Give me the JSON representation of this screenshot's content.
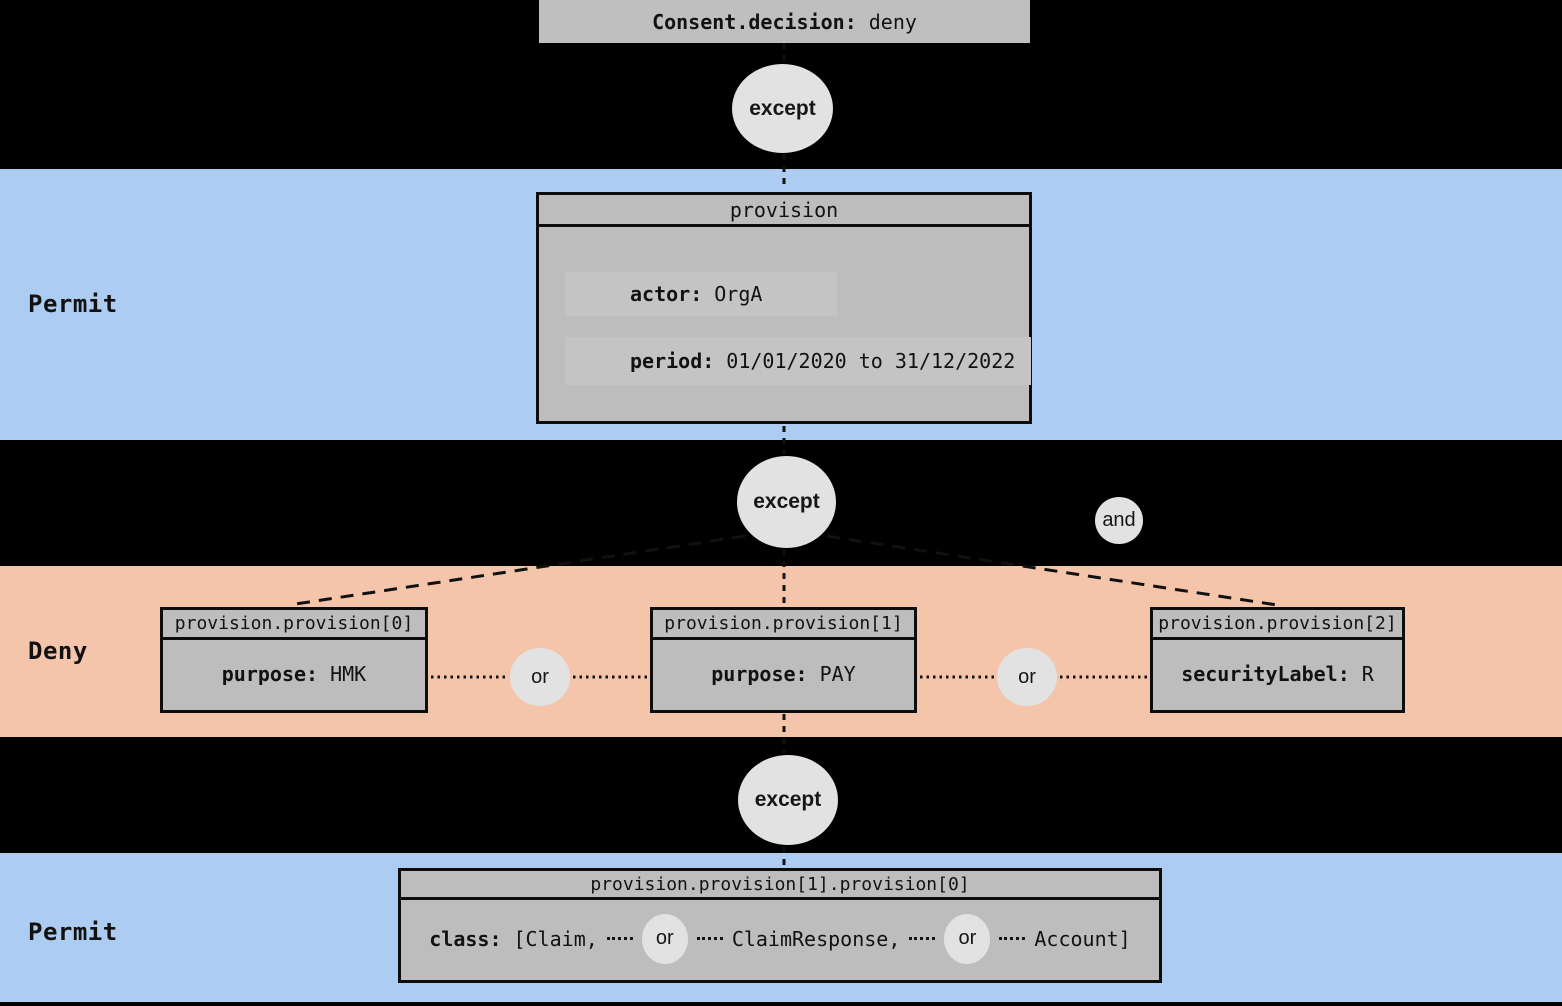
{
  "colors": {
    "background": "#000000",
    "permit_band": "#adccf1",
    "deny_band": "#f5c5ab",
    "node_fill": "#bdbdbd",
    "leaf_highlight": "#c4c4c4",
    "operator_fill": "#e2e2e2",
    "line_color": "#111111"
  },
  "root": {
    "label": "Consent.decision:",
    "value": "deny"
  },
  "operators": {
    "except": "except",
    "and": "and",
    "or": "or"
  },
  "permit1": {
    "band_label": "Permit",
    "box": {
      "header": "provision",
      "fields": [
        {
          "key": "actor:",
          "value": "OrgA"
        },
        {
          "key": "period:",
          "value": "01/01/2020 to 31/12/2022"
        }
      ]
    }
  },
  "deny": {
    "band_label": "Deny",
    "boxes": [
      {
        "header": "provision.provision[0]",
        "key": "purpose:",
        "value": "HMK"
      },
      {
        "header": "provision.provision[1]",
        "key": "purpose:",
        "value": "PAY"
      },
      {
        "header": "provision.provision[2]",
        "key": "securityLabel:",
        "value": "R"
      }
    ]
  },
  "permit2": {
    "band_label": "Permit",
    "box": {
      "header": "provision.provision[1].provision[0]",
      "key": "class:",
      "items": [
        "[Claim,",
        "ClaimResponse,",
        "Account]"
      ]
    }
  }
}
